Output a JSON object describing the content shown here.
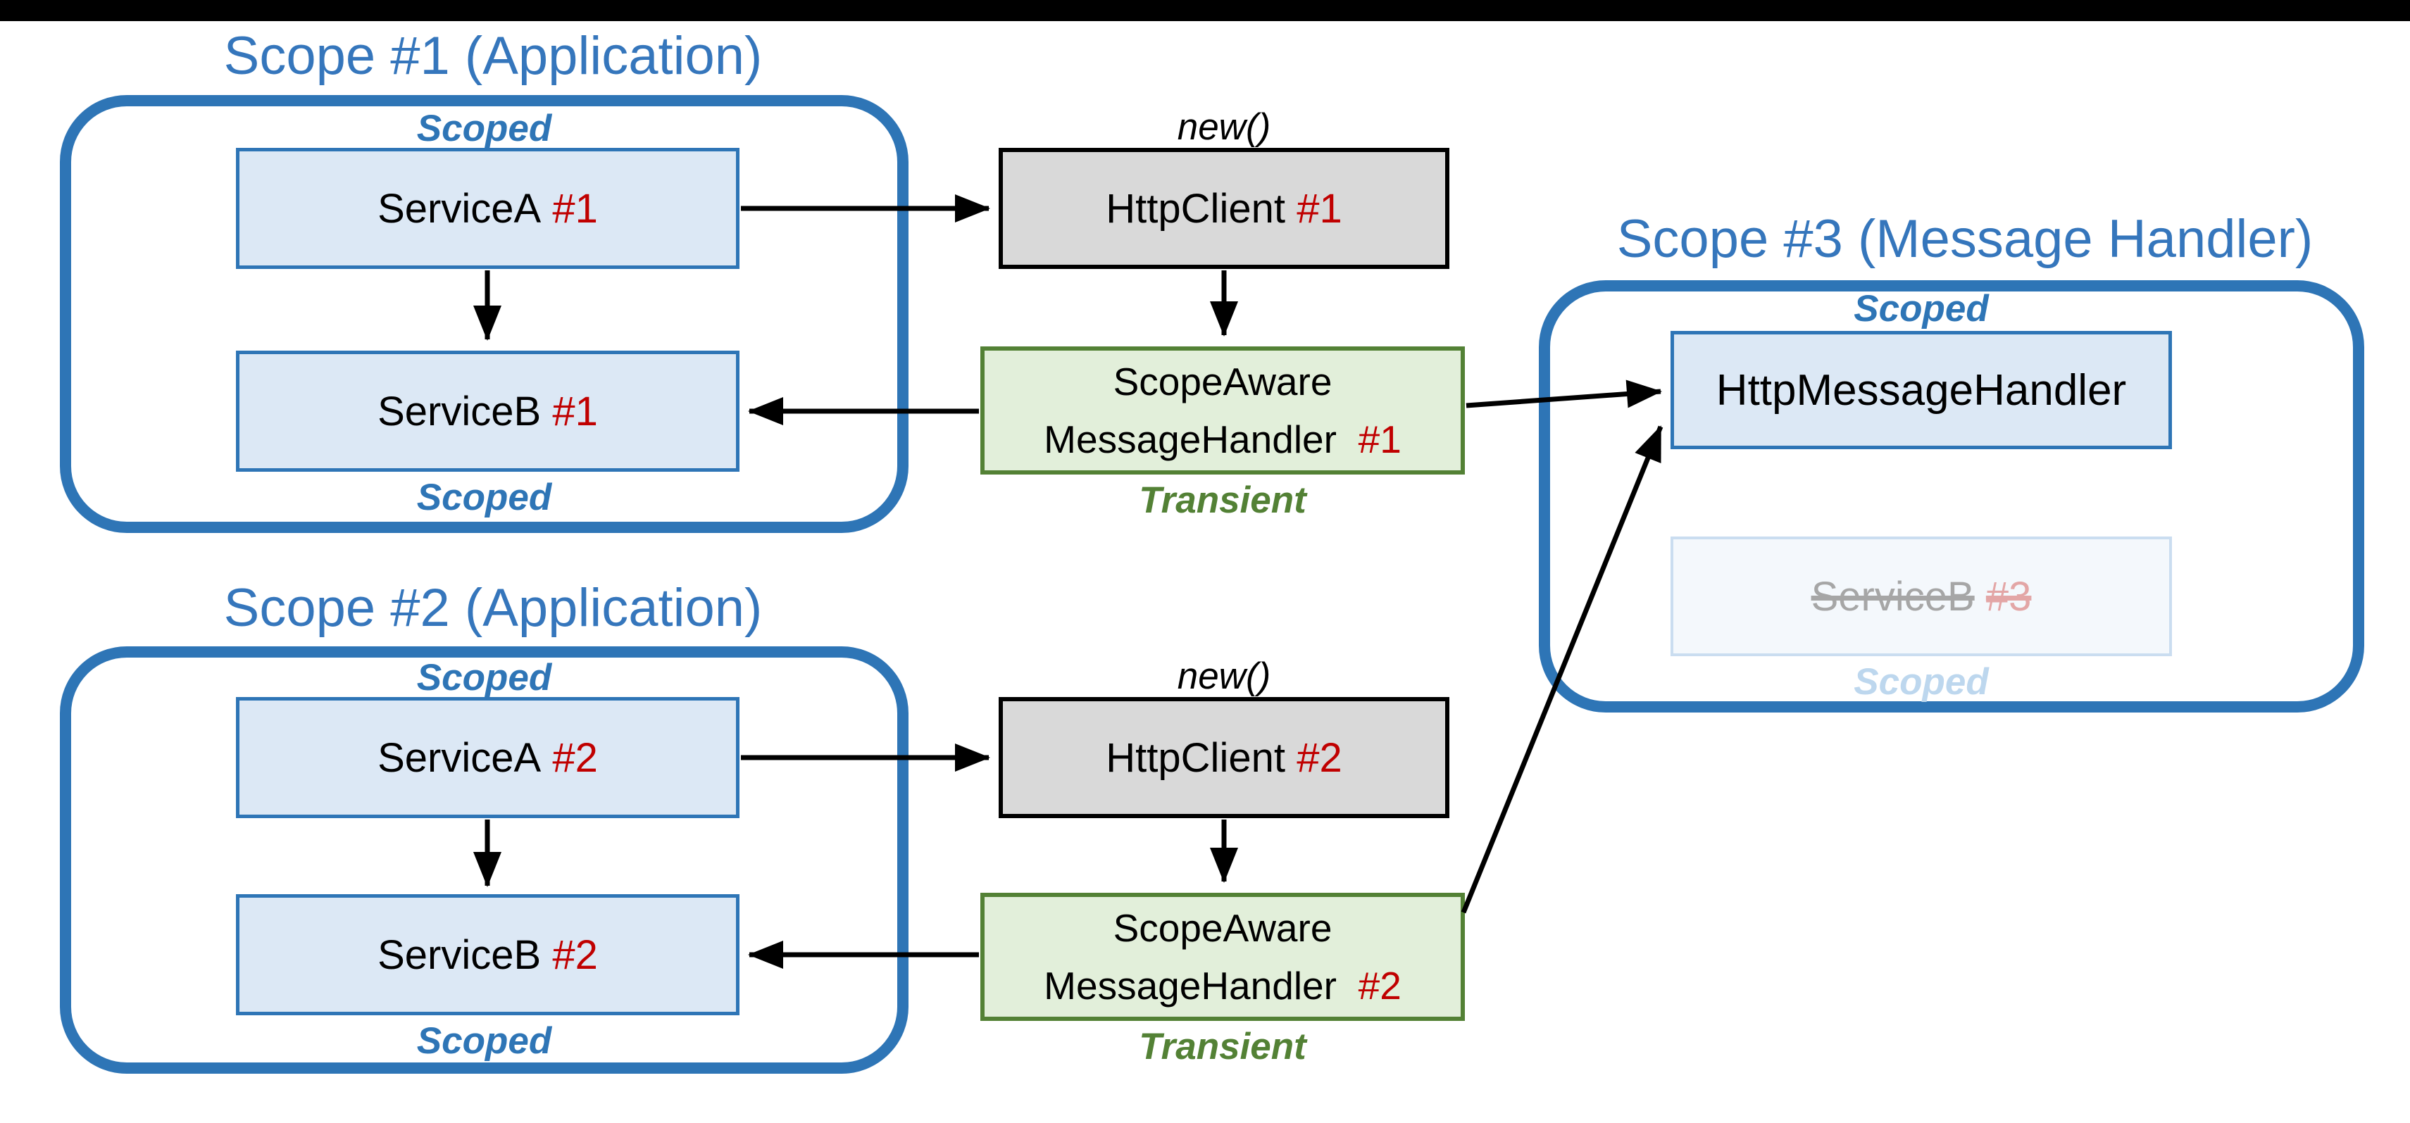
{
  "scope1": {
    "title": "Scope #1 (Application)",
    "scoped_top": "Scoped",
    "scoped_bottom": "Scoped",
    "service_a": {
      "name": "ServiceA",
      "instance": "#1"
    },
    "service_b": {
      "name": "ServiceB",
      "instance": "#1"
    }
  },
  "scope2": {
    "title": "Scope #2 (Application)",
    "scoped_top": "Scoped",
    "scoped_bottom": "Scoped",
    "service_a": {
      "name": "ServiceA",
      "instance": "#2"
    },
    "service_b": {
      "name": "ServiceB",
      "instance": "#2"
    }
  },
  "scope3": {
    "title": "Scope #3 (Message Handler)",
    "scoped_top": "Scoped",
    "handler_name": "HttpMessageHandler",
    "disposed_service": {
      "name": "ServiceB",
      "instance": "#3"
    },
    "scoped_bottom": "Scoped"
  },
  "chain1": {
    "new_label": "new()",
    "http_client": {
      "name": "HttpClient",
      "instance": "#1"
    },
    "handler": {
      "line1": "ScopeAware",
      "line2": "MessageHandler",
      "instance": "#1"
    },
    "lifetime": "Transient"
  },
  "chain2": {
    "new_label": "new()",
    "http_client": {
      "name": "HttpClient",
      "instance": "#2"
    },
    "handler": {
      "line1": "ScopeAware",
      "line2": "MessageHandler",
      "instance": "#2"
    },
    "lifetime": "Transient"
  },
  "colors": {
    "scope_border_blue": "#2E75B6",
    "title_blue": "#3576BC",
    "service_fill_blue": "#DCE8F5",
    "httpclient_fill_gray": "#D9D9D9",
    "handler_fill_green": "#E2EFDA",
    "handler_border_green": "#538135",
    "instance_red": "#C00000",
    "disposed_fill": "#F4F8FC",
    "disposed_border": "#CADDF0",
    "disposed_text_gray": "#A6A6A6",
    "disposed_instance_pink": "#E3A6A6",
    "disposed_scoped_blue": "#BDD7EE",
    "arrow_black": "#000000"
  }
}
